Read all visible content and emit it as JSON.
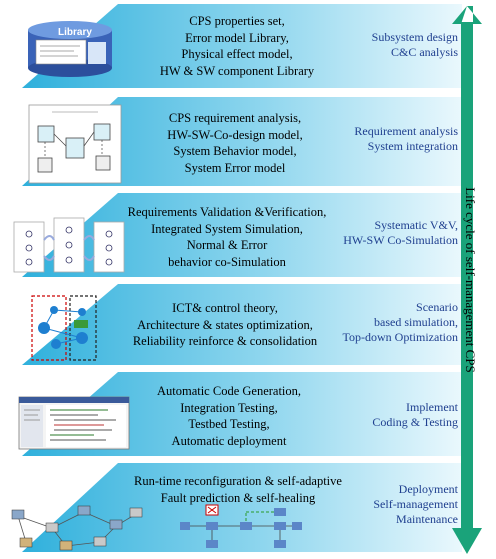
{
  "bands": [
    {
      "id": "band-1",
      "lines": [
        "CPS properties set,",
        "Error model Library,",
        "Physical effect model,",
        "HW & SW component Library"
      ],
      "phase": [
        "Subsystem design",
        "C&C analysis"
      ]
    },
    {
      "id": "band-2",
      "lines": [
        "CPS requirement analysis,",
        "HW-SW-Co-design model,",
        "System Behavior model,",
        "System Error model"
      ],
      "phase": [
        "Requirement analysis",
        "System integration"
      ]
    },
    {
      "id": "band-3",
      "lines": [
        "Requirements Validation &Verification,",
        "Integrated System Simulation,",
        "Normal & Error",
        "behavior co-Simulation"
      ],
      "phase": [
        "Systematic V&V,",
        "HW-SW Co-Simulation"
      ]
    },
    {
      "id": "band-4",
      "lines": [
        "ICT& control theory,",
        "Architecture & states optimization,",
        "Reliability reinforce & consolidation"
      ],
      "phase": [
        "Scenario",
        "based simulation,",
        "Top-down Optimization"
      ]
    },
    {
      "id": "band-5",
      "lines": [
        "Automatic Code Generation,",
        "Integration Testing,",
        "Testbed Testing,",
        "Automatic deployment"
      ],
      "phase": [
        "Implement",
        "Coding & Testing"
      ]
    },
    {
      "id": "band-6",
      "lines": [
        "Run-time reconfiguration & self-adaptive",
        "Fault prediction & self-healing"
      ],
      "phase": [
        "Deployment",
        "Self-management",
        "Maintenance"
      ]
    }
  ],
  "library_label": "Library",
  "vertical_label": "Life cycle of self-management CPS",
  "colors": {
    "band_dark": "#5fc3e4",
    "band_light": "#dff4fb",
    "arrow": "#1aa37a",
    "phase_text": "#1f3f8f"
  }
}
